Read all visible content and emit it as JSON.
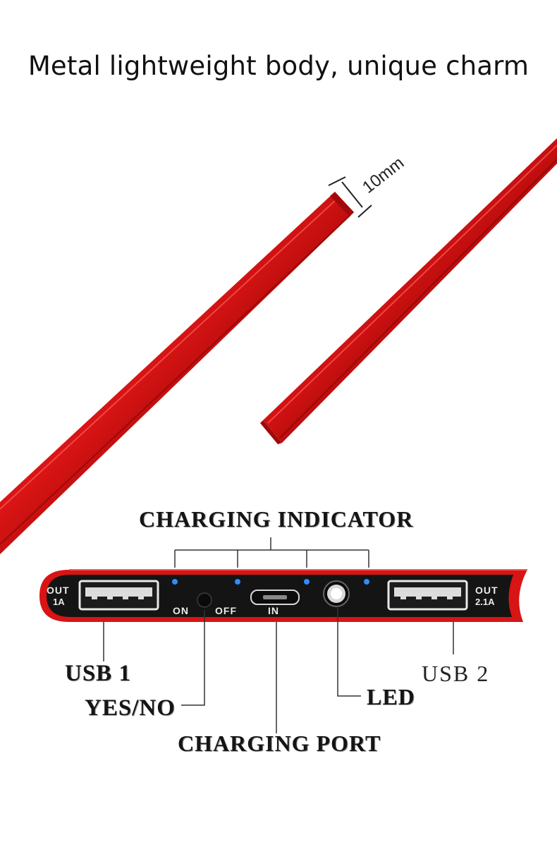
{
  "headline": "Metal lightweight body, unique charm",
  "dimension_label": "10mm",
  "callouts": {
    "charging_indicator": "CHARGING INDICATOR",
    "usb1": "USB 1",
    "yes_no": "YES/NO",
    "charging_port": "CHARGING PORT",
    "led": "LED",
    "usb2": "USB  2"
  },
  "port_labels": {
    "out1_line1": "OUT",
    "out1_line2": "1A",
    "out2_line1": "OUT",
    "out2_line2": "2.1A",
    "on": "ON",
    "off": "OFF",
    "in": "IN"
  },
  "colors": {
    "body_red": "#d81414",
    "body_dark_red": "#8a0606",
    "panel_black": "#141414",
    "indicator_blue": "#2f8cff"
  }
}
